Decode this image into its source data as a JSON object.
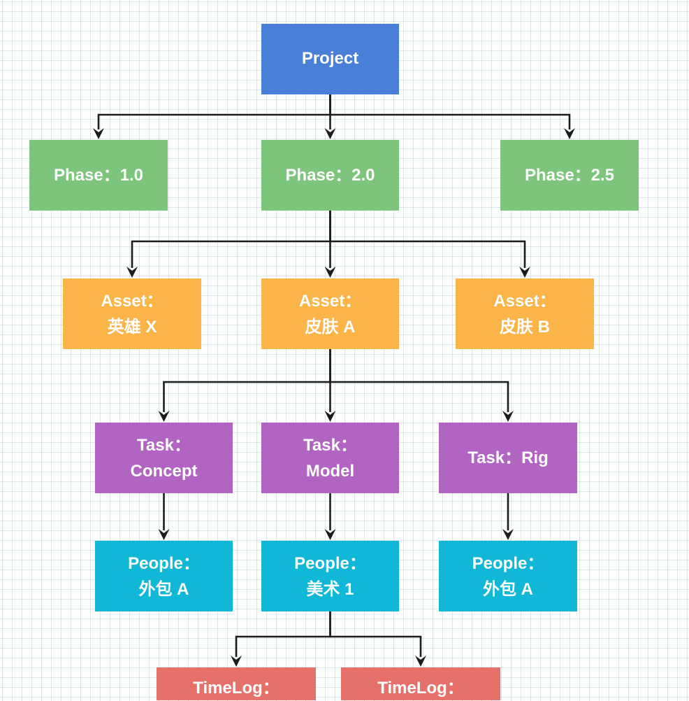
{
  "colors": {
    "project": "#4a7fd8",
    "phase": "#7dc57c",
    "asset": "#fbb448",
    "task": "#b264c2",
    "people": "#10b7d6",
    "timelog": "#e6716b",
    "edge": "#1c1c1c"
  },
  "nodes": {
    "project": {
      "line1": "Project"
    },
    "phase_1": {
      "line1": "Phase：1.0"
    },
    "phase_2": {
      "line1": "Phase：2.0"
    },
    "phase_3": {
      "line1": "Phase：2.5"
    },
    "asset_1": {
      "line1": "Asset：",
      "line2": "英雄 X"
    },
    "asset_2": {
      "line1": "Asset：",
      "line2": "皮肤 A"
    },
    "asset_3": {
      "line1": "Asset：",
      "line2": "皮肤 B"
    },
    "task_1": {
      "line1": "Task：",
      "line2": "Concept"
    },
    "task_2": {
      "line1": "Task：",
      "line2": "Model"
    },
    "task_3": {
      "line1": "Task：Rig"
    },
    "people_1": {
      "line1": "People：",
      "line2": "外包 A"
    },
    "people_2": {
      "line1": "People：",
      "line2": "美术 1"
    },
    "people_3": {
      "line1": "People：",
      "line2": "外包 A"
    },
    "timelog_1": {
      "line1": "TimeLog："
    },
    "timelog_2": {
      "line1": "TimeLog："
    }
  },
  "edges": [
    {
      "from": "project",
      "to": "phase_1"
    },
    {
      "from": "project",
      "to": "phase_2"
    },
    {
      "from": "project",
      "to": "phase_3"
    },
    {
      "from": "phase_2",
      "to": "asset_1"
    },
    {
      "from": "phase_2",
      "to": "asset_2"
    },
    {
      "from": "phase_2",
      "to": "asset_3"
    },
    {
      "from": "asset_2",
      "to": "task_1"
    },
    {
      "from": "asset_2",
      "to": "task_2"
    },
    {
      "from": "asset_2",
      "to": "task_3"
    },
    {
      "from": "task_1",
      "to": "people_1"
    },
    {
      "from": "task_2",
      "to": "people_2"
    },
    {
      "from": "task_3",
      "to": "people_3"
    },
    {
      "from": "people_2",
      "to": "timelog_1"
    },
    {
      "from": "people_2",
      "to": "timelog_2"
    }
  ]
}
